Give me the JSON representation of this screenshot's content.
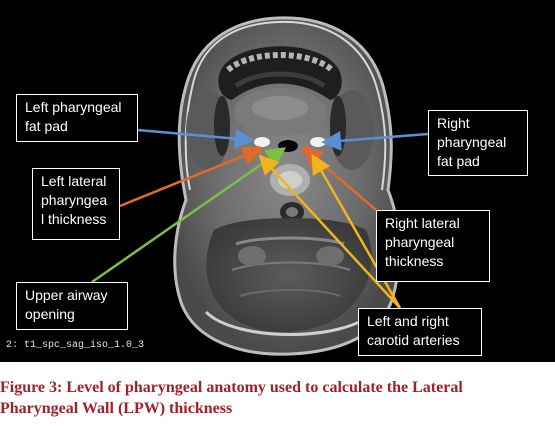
{
  "callouts": {
    "left_fat_pad": "Left pharyngeal\nfat pad",
    "right_fat_pad": "Right\npharyngeal\nfat pad",
    "left_lateral": "Left lateral\npharyngea\nl thickness",
    "right_lateral": "Right lateral\npharyngeal\nthickness",
    "airway": "Upper airway\nopening",
    "carotid": "Left and right\ncarotid arteries"
  },
  "series_label": "2: t1_spc_sag_iso_1.0_3",
  "caption": {
    "line1": "Figure 3: Level of pharyngeal anatomy used to calculate the Lateral",
    "line2": "Pharyngeal Wall (LPW) thickness"
  },
  "colors": {
    "fat_pad_arrow": "#5b8fd6",
    "lateral_arrow": "#e2692a",
    "airway_arrow": "#7cc142",
    "carotid_arrow": "#f2b31c",
    "caption_text": "#a0212a"
  }
}
